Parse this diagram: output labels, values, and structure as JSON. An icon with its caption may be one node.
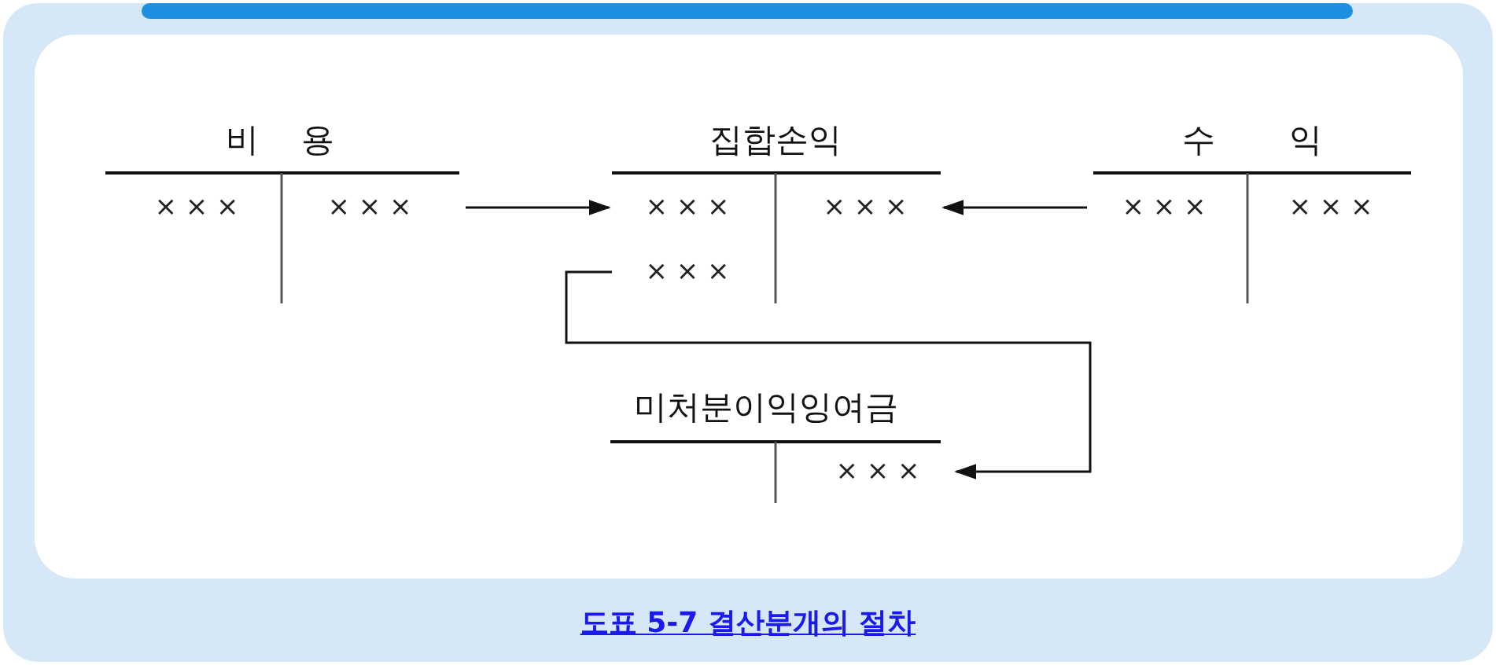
{
  "diagram": {
    "caption": "도표 5-7 결산분개의 절차",
    "nodes": [
      {
        "text": [
          "비 용"
        ]
      },
      {
        "text": [
          "× × ×"
        ],
        "in": 0
      },
      {
        "text": [
          "× × ×"
        ],
        "in": 0
      },
      {
        "text": [
          "집합손익"
        ]
      },
      {
        "text": [
          "× × ×"
        ],
        "in": 3
      },
      {
        "text": [
          "× × ×"
        ],
        "in": 3
      },
      {
        "text": [
          "× × ×"
        ],
        "in": 3
      },
      {
        "text": [
          "수 익"
        ]
      },
      {
        "text": [
          "× × ×"
        ],
        "in": 7
      },
      {
        "text": [
          "× × ×"
        ],
        "in": 7
      },
      {
        "text": [
          "미처분이익잉여금"
        ]
      },
      {
        "text": [
          "× × ×"
        ],
        "in": 10
      }
    ],
    "edges": [
      {
        "from": 0,
        "to": 4,
        "arrow": "to"
      },
      {
        "from": 7,
        "to": 5,
        "arrow": "to"
      },
      {
        "from": 6,
        "to": 11,
        "arrow": "to"
      }
    ]
  }
}
